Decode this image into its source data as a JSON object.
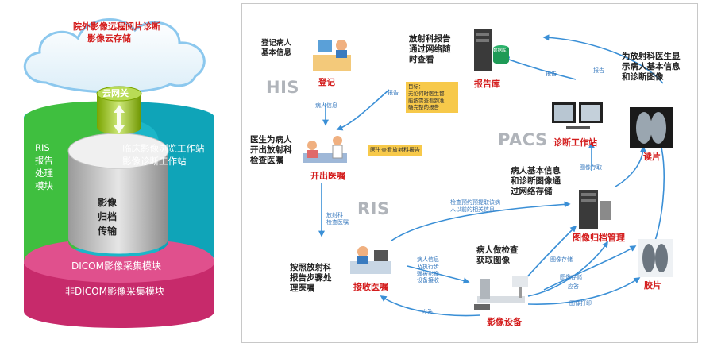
{
  "left": {
    "cloud_title_line1": "院外影像远程阅片诊断",
    "cloud_title_line2": "影像云存储",
    "gateway": "云网关",
    "ris_module": [
      "RIS",
      "报告",
      "处理",
      "模块"
    ],
    "workstation_line1": "临床影像浏览工作站",
    "workstation_line2": "影像诊断工作站",
    "archive": [
      "影像",
      "归档",
      "传输"
    ],
    "dicom": "DICOM影像采集模块",
    "non_dicom": "非DICOM影像采集模块"
  },
  "right": {
    "his": "HIS",
    "ris": "RIS",
    "pacs": "PACS",
    "register_desc": [
      "登记病人",
      "基本信息"
    ],
    "register": "登记",
    "patient_info": "病人信息",
    "report_desc": [
      "放射科报告",
      "通过网络随",
      "时查看"
    ],
    "report_db": "报告库",
    "report_label_left": "报告",
    "report_label_mid": "报告",
    "report_label_right": "报告",
    "goal": [
      "目标：",
      "无论何时医生都",
      "能按需查看到准",
      "确完整的报告"
    ],
    "order_desc": [
      "医生为病人",
      "开出放射科",
      "检查医嘱"
    ],
    "doctor_view": "医生查看放射科报告",
    "order": "开出医嘱",
    "diag_station": "诊断工作站",
    "doctor_desc": [
      "为放射科医生显",
      "示病人基本信息",
      "和诊断图像"
    ],
    "read": "读片",
    "image_fetch": "图像存取",
    "archive_desc": [
      "病人基本信息",
      "和诊断图像通",
      "过网络存储"
    ],
    "archive": "图像归档管理",
    "radiology_order": [
      "放射科",
      "检查医嘱"
    ],
    "prefetch": [
      "检查预约预提取该病",
      "人以前的相关信息"
    ],
    "receive_desc": [
      "按照放射科",
      "报告步骤处",
      "理医嘱"
    ],
    "receive": "接收医嘱",
    "steps": [
      "病人信息",
      "及执行步",
      "骤被影像",
      "设备接收"
    ],
    "exam_desc": [
      "病人做检查",
      "获取图像"
    ],
    "equipment": "影像设备",
    "image_store1": "图像存储",
    "image_store2": "图像存储",
    "ack1": "应答",
    "ack2": "应答",
    "print": "图像打印",
    "film": "胶片",
    "db_label": "数据库"
  }
}
